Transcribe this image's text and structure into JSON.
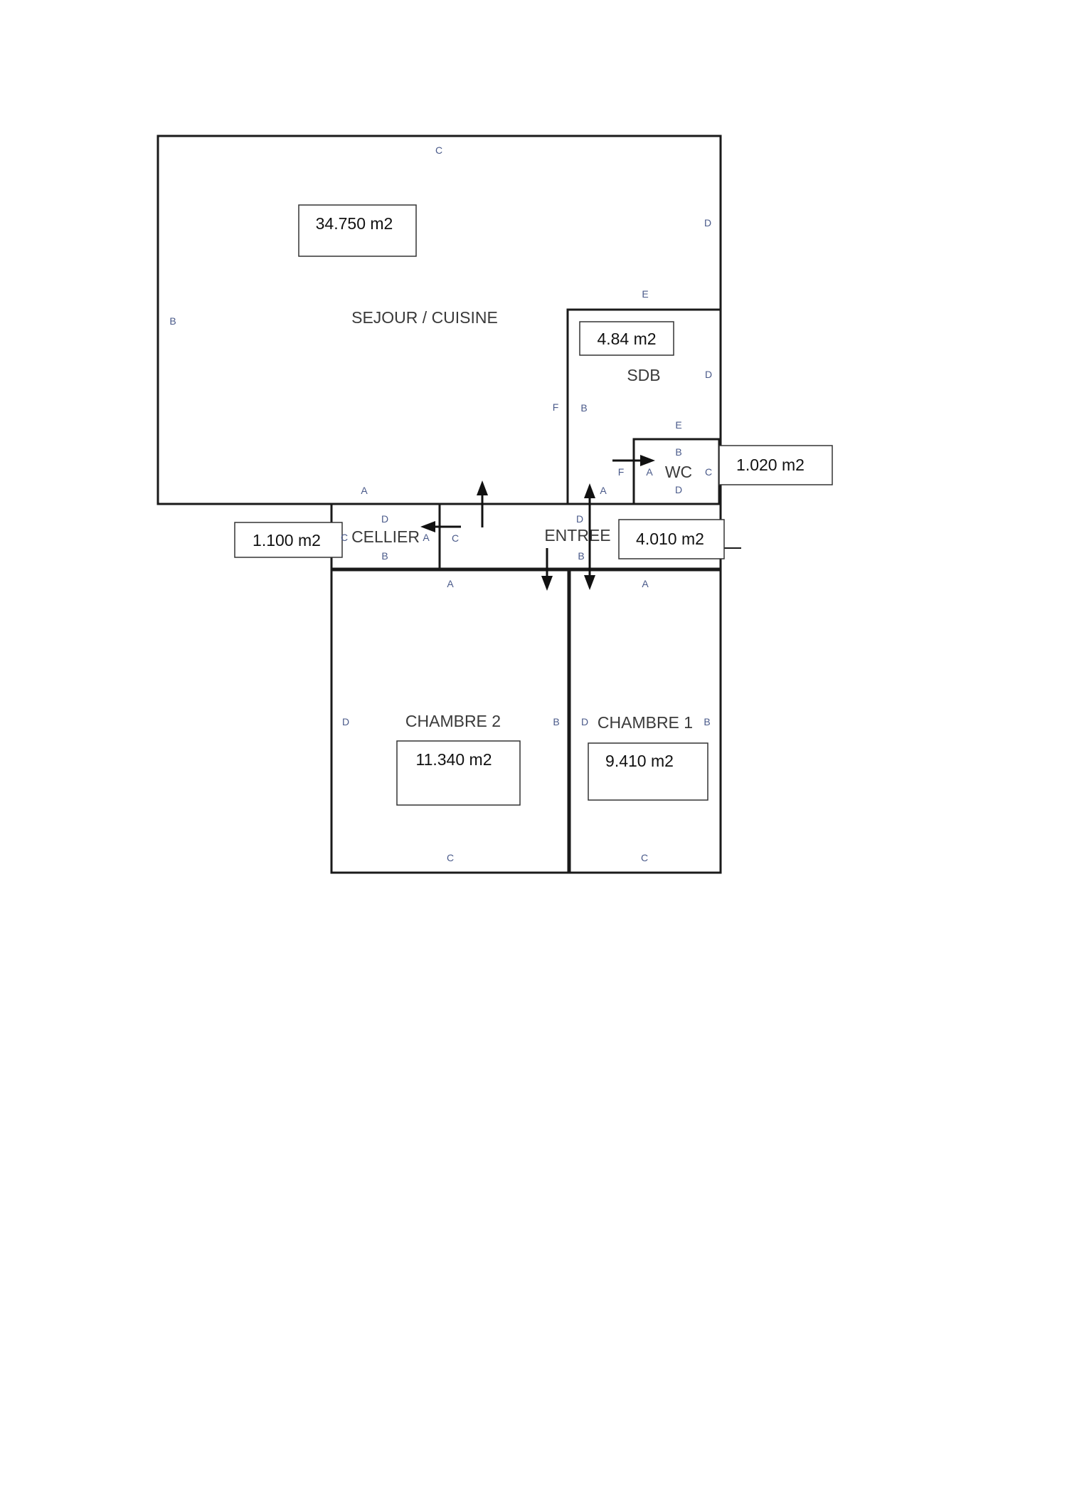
{
  "rooms": {
    "sejour": {
      "label": "SEJOUR / CUISINE",
      "area": "34.750 m2"
    },
    "sdb": {
      "label": "SDB",
      "area": "4.84 m2"
    },
    "wc": {
      "label": "WC",
      "area": "1.020 m2"
    },
    "cellier": {
      "label": "CELLIER",
      "area": "1.100 m2"
    },
    "entree": {
      "label": "ENTREE",
      "area": "4.010 m2"
    },
    "chambre2": {
      "label": "CHAMBRE 2",
      "area": "11.340 m2"
    },
    "chambre1": {
      "label": "CHAMBRE 1",
      "area": "9.410 m2"
    }
  },
  "wall_letters": {
    "sejour_top": "C",
    "sejour_left": "B",
    "sejour_right": "D",
    "sejour_bottom": "A",
    "sdb_top": "E",
    "sdb_right": "D",
    "sdb_left_outer": "F",
    "sdb_left_inner": "B",
    "wc_top": "E",
    "wc_inner_top": "B",
    "wc_left_outer": "F",
    "wc_left_inner": "A",
    "wc_right": "C",
    "wc_bottom": "D",
    "sdb_bottom_a": "A",
    "cellier_top": "D",
    "cellier_bottom": "B",
    "cellier_left": "C",
    "cellier_right": "A",
    "entree_left": "C",
    "entree_top": "D",
    "entree_bottom": "B",
    "chambre2_top": "A",
    "chambre2_left": "D",
    "chambre2_right": "B",
    "chambre2_bottom": "C",
    "chambre1_top": "A",
    "chambre1_left": "D",
    "chambre1_right": "B",
    "chambre1_bottom": "C"
  }
}
